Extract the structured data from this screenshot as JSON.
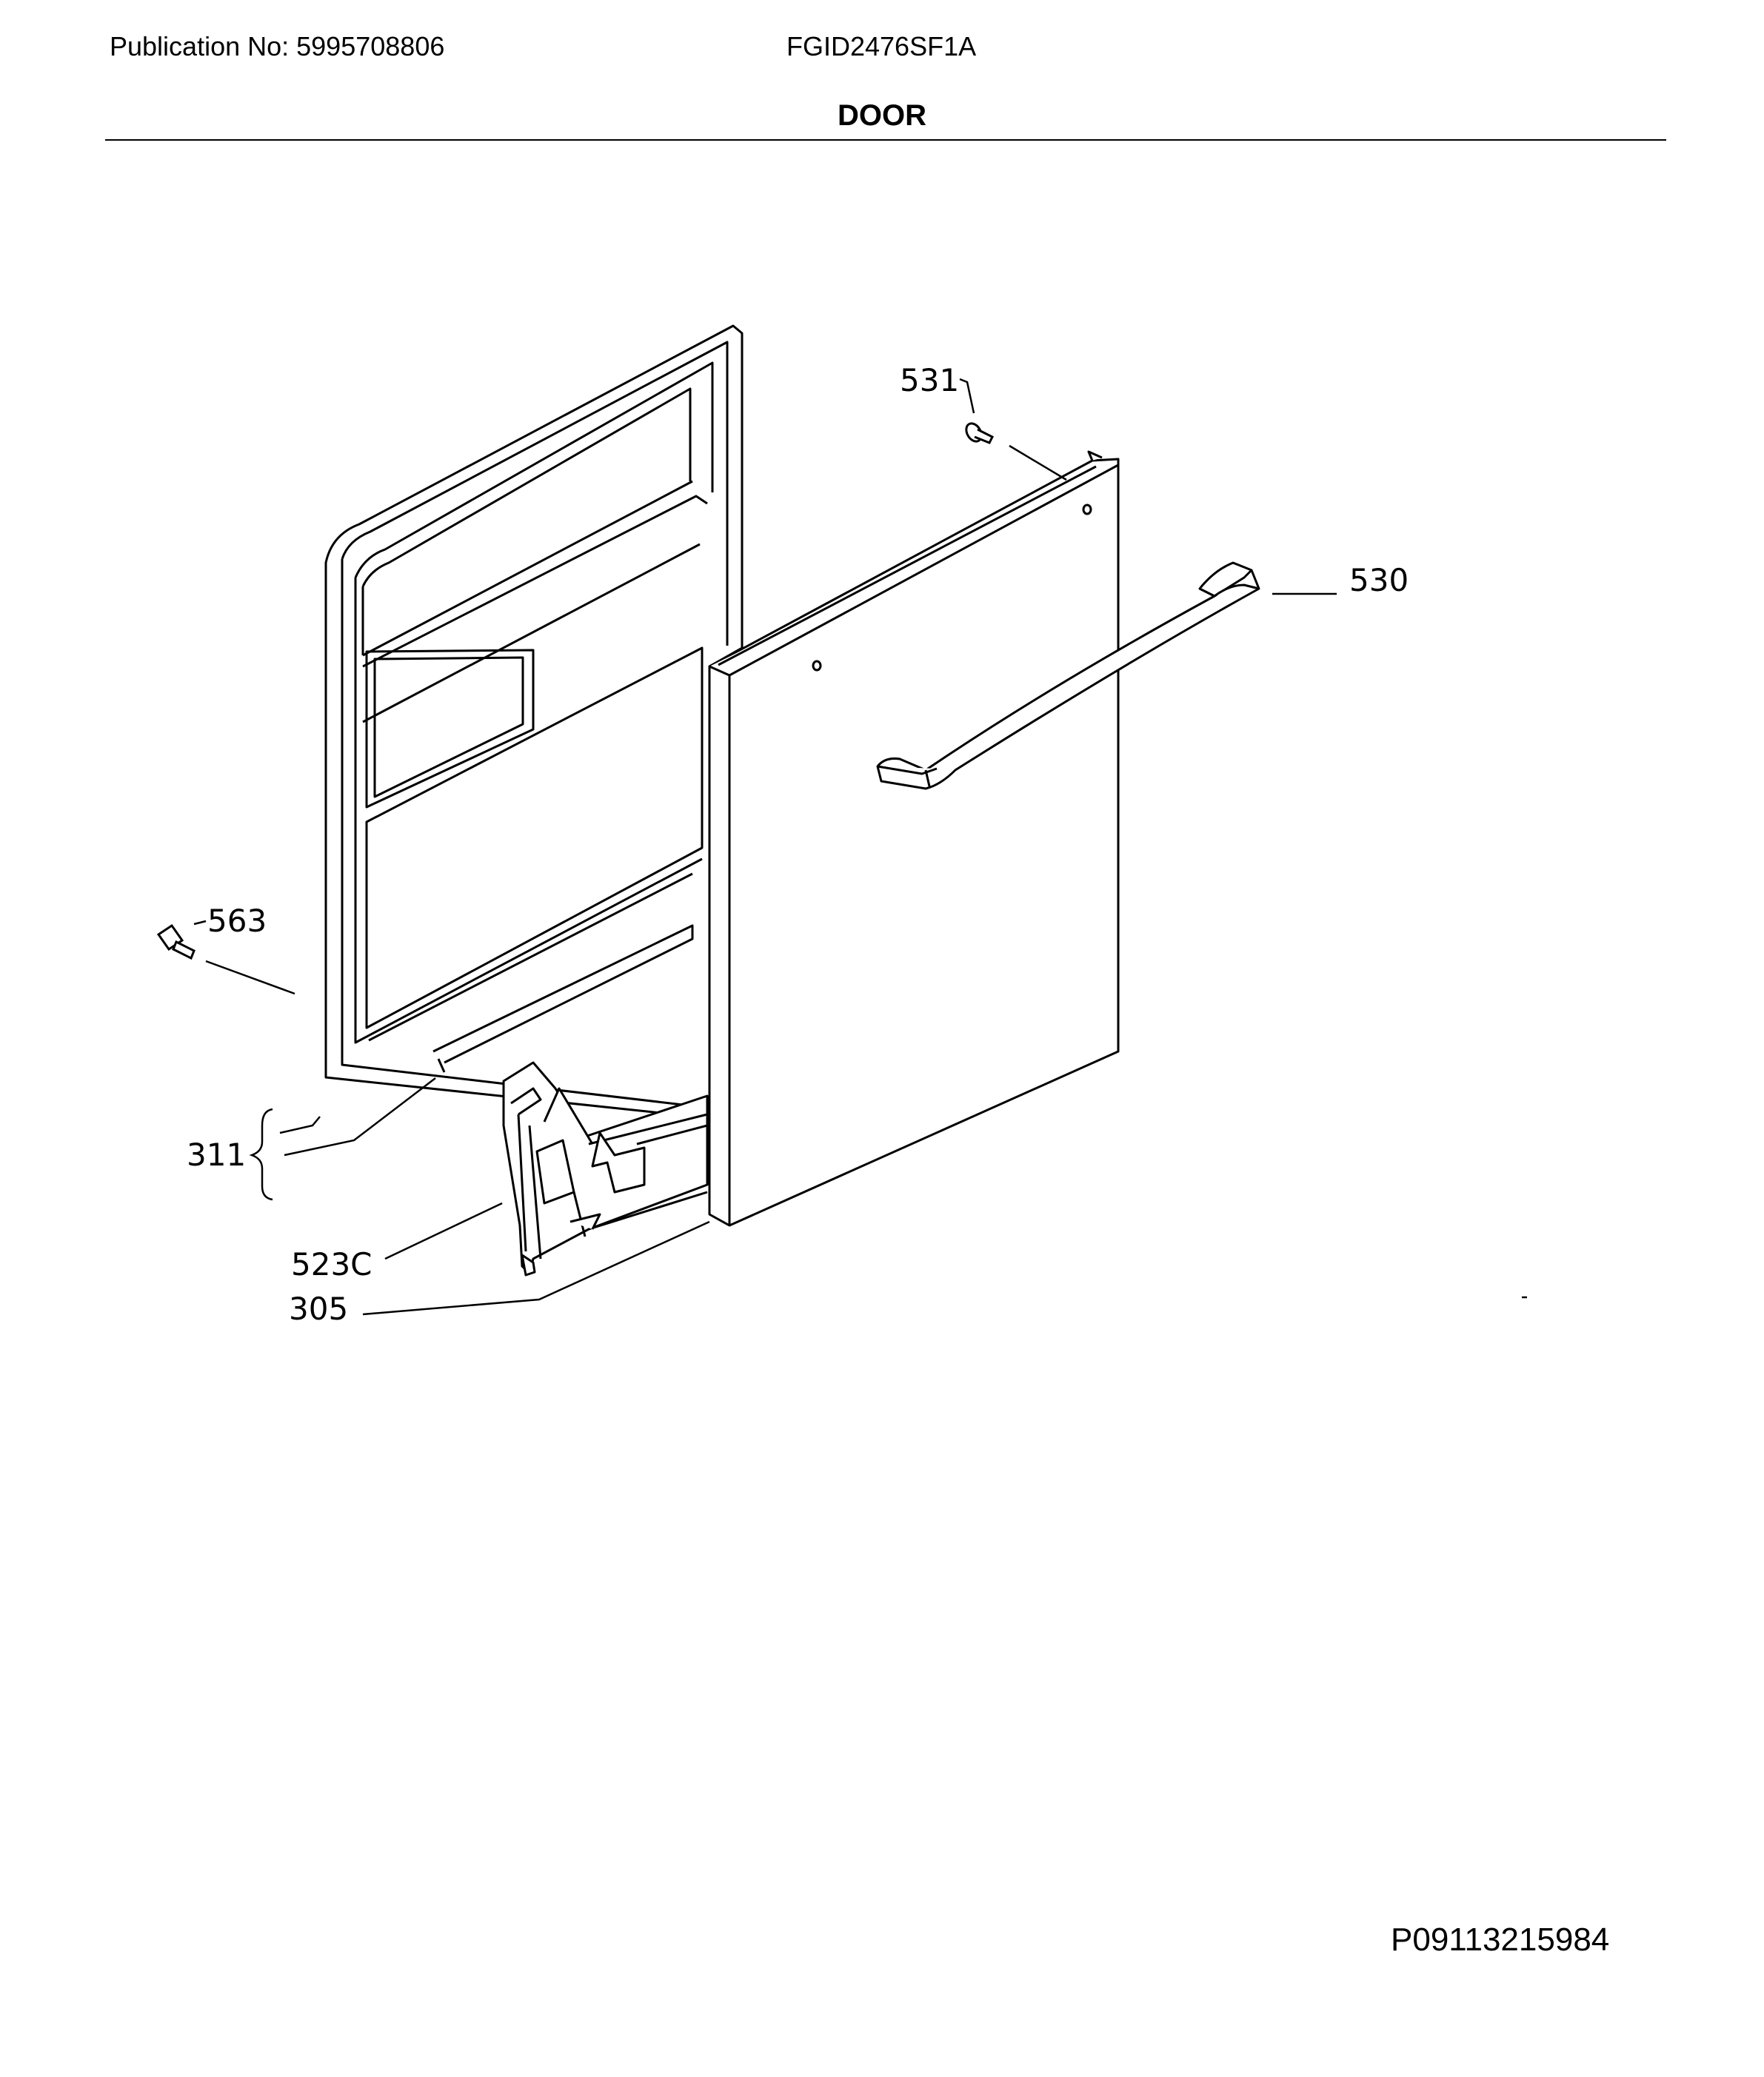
{
  "header": {
    "publication_label": "Publication No: 5995708806",
    "model_number": "FGID2476SF1A",
    "section_title": "DOOR"
  },
  "footer": {
    "drawing_code": "P09113215984"
  },
  "callouts": {
    "p531": "531",
    "p530": "530",
    "p563": "563",
    "p311": "311",
    "p523c": "523C",
    "p305": "305"
  },
  "colors": {
    "line": "#000000",
    "background": "#ffffff"
  }
}
